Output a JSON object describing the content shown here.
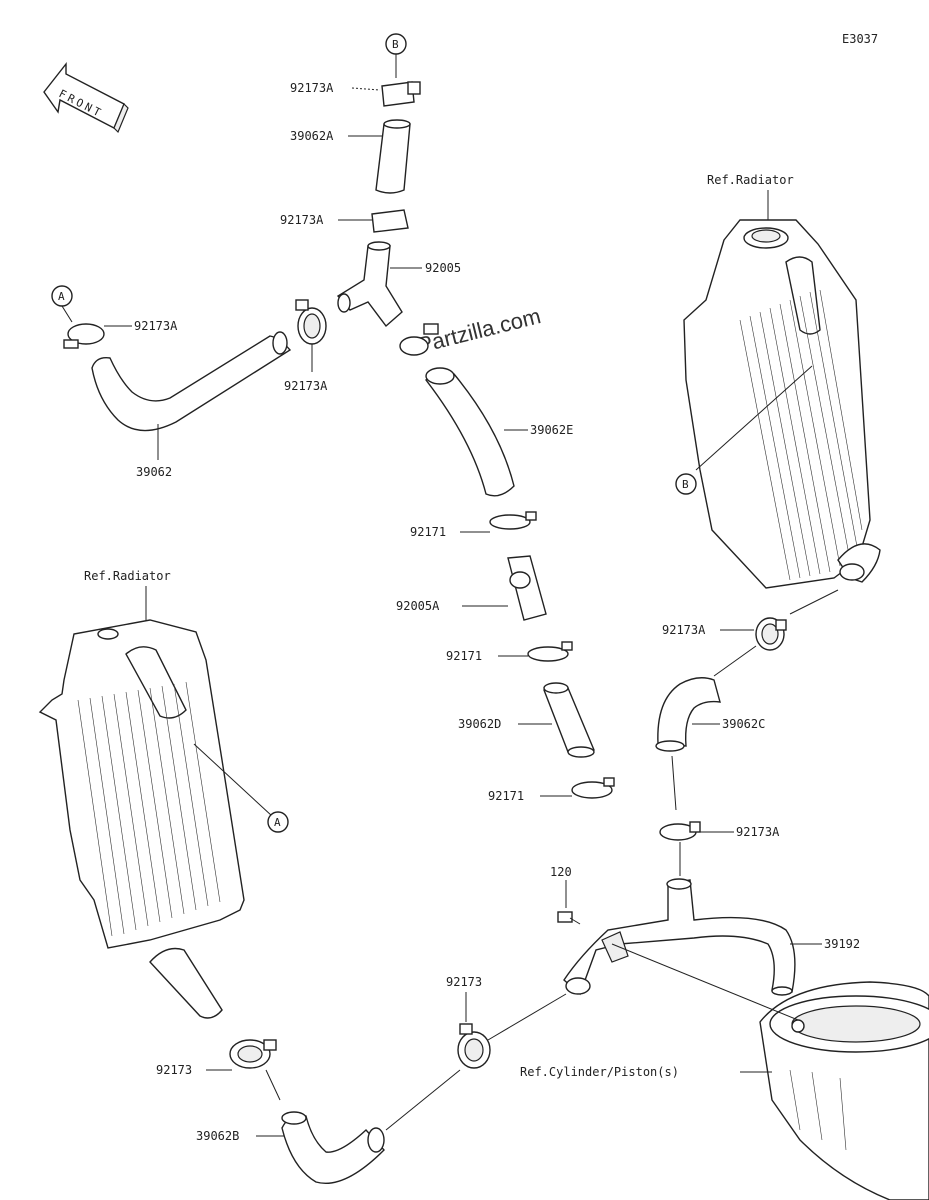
{
  "diagram_code": "E3037",
  "front_label": "FRONT",
  "watermark": "ePartzilla.com",
  "refs": {
    "radiator_right": "Ref.Radiator",
    "radiator_left": "Ref.Radiator",
    "cylinder": "Ref.Cylinder/Piston(s)"
  },
  "callouts": {
    "a_top": "A",
    "a_left": "A",
    "b_top": "B",
    "b_right": "B"
  },
  "parts": {
    "p_92173A_1": "92173A",
    "p_39062A": "39062A",
    "p_92173A_2": "92173A",
    "p_92005": "92005",
    "p_92173A_left": "92173A",
    "p_92173A_mid": "92173A",
    "p_39062": "39062",
    "p_39062E": "39062E",
    "p_92171_1": "92171",
    "p_92005A": "92005A",
    "p_92171_2": "92171",
    "p_39062D": "39062D",
    "p_92171_3": "92171",
    "p_92173A_r1": "92173A",
    "p_39062C": "39062C",
    "p_92173A_r2": "92173A",
    "p_120": "120",
    "p_39192": "39192",
    "p_92173_left": "92173",
    "p_92173_mid": "92173",
    "p_39062B": "39062B"
  }
}
